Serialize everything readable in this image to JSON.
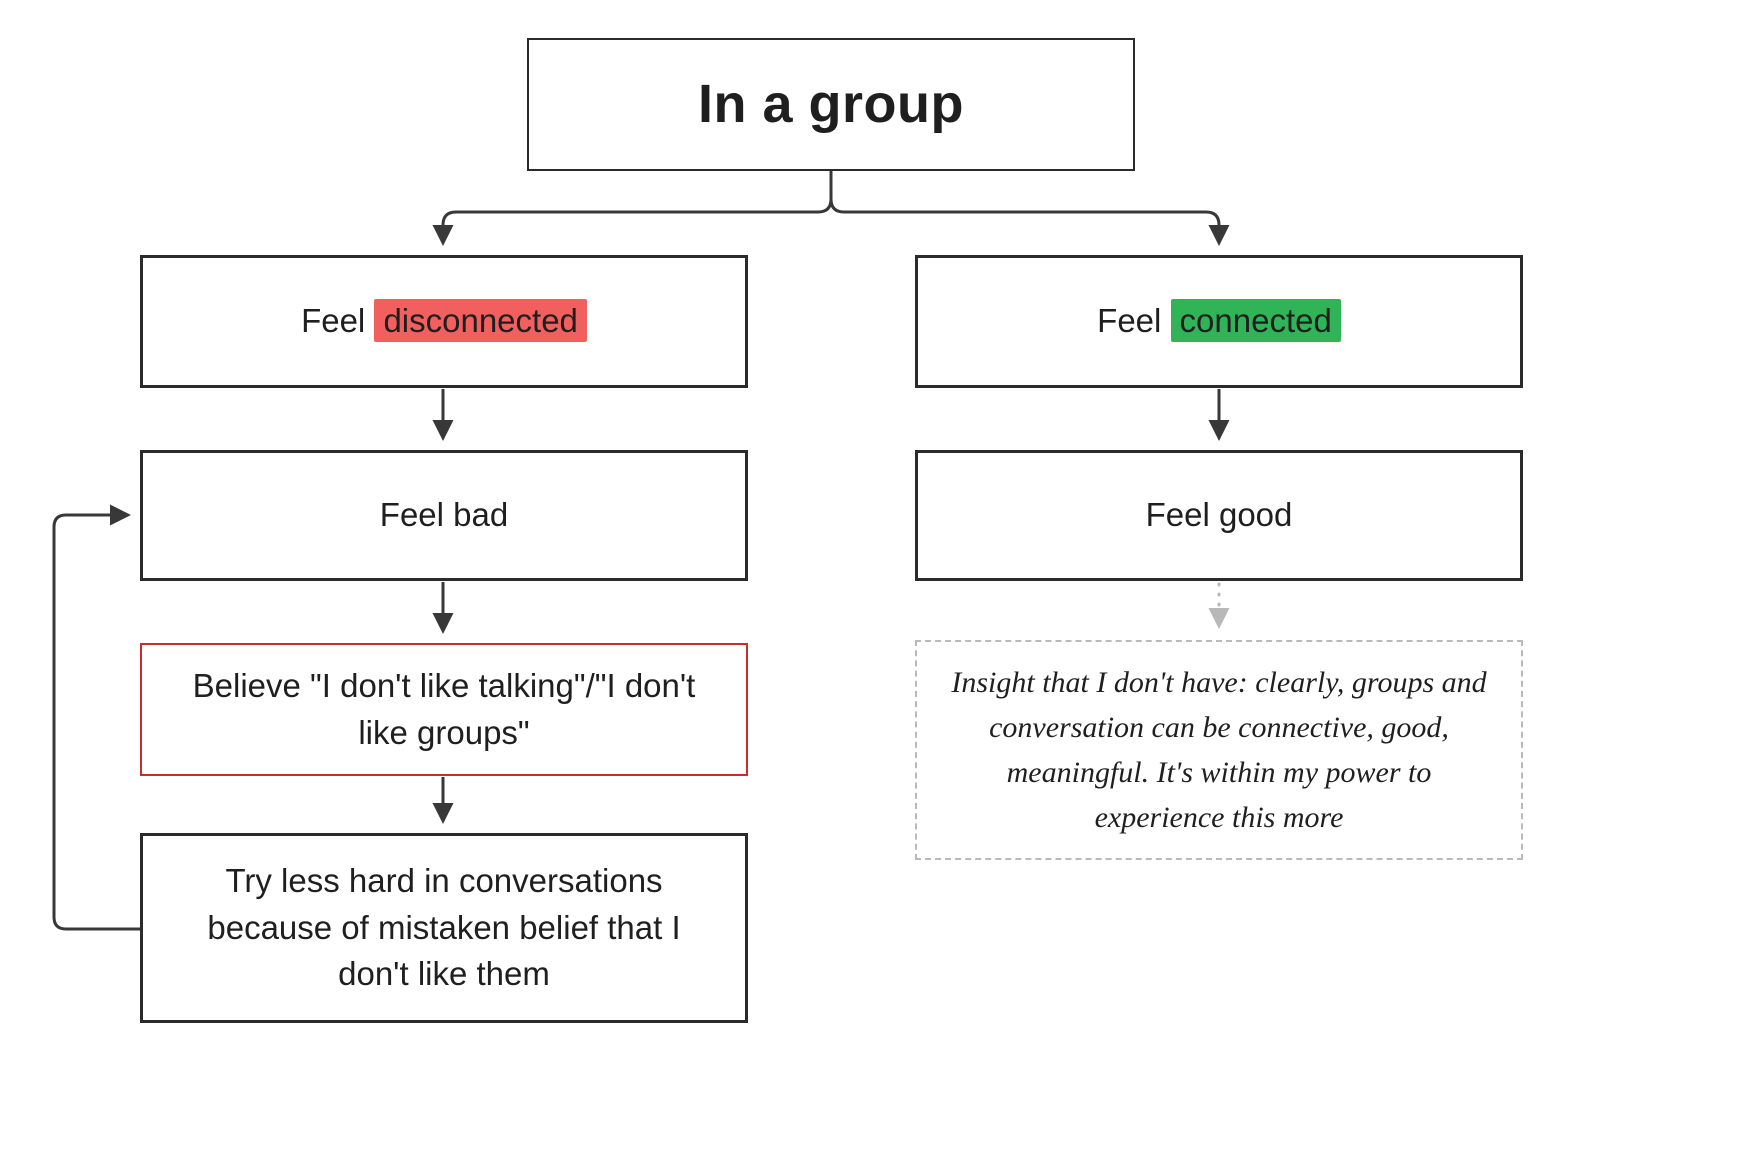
{
  "colors": {
    "line": "#383838",
    "box_border": "#2b2b2b",
    "text": "#1f1f1f",
    "highlight_red": "#f25f5f",
    "highlight_green": "#30b457",
    "alert_border_red": "#c5302f",
    "dashed_gray": "#b9b9b9"
  },
  "nodes": {
    "title": "In a group",
    "feel_disconnected": {
      "prefix": "Feel ",
      "highlight": "disconnected"
    },
    "feel_connected": {
      "prefix": "Feel ",
      "highlight": "connected"
    },
    "feel_bad": "Feel bad",
    "feel_good": "Feel good",
    "believe": "Believe \"I don't like talking\"/\"I don't like groups\"",
    "try_less_hard": "Try less hard in conversations because of mistaken belief that I don't like them",
    "insight": "Insight that I don't have: clearly, groups and conversation can be connective, good, meaningful. It's within my power to experience this more"
  }
}
